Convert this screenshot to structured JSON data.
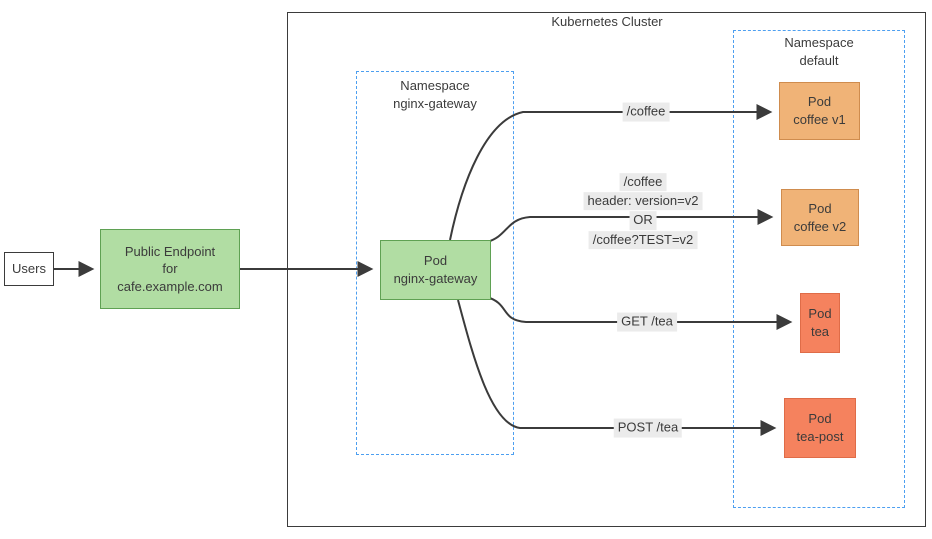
{
  "cluster": {
    "title": "Kubernetes Cluster"
  },
  "users": {
    "label": "Users"
  },
  "public_endpoint": {
    "label": "Public Endpoint\nfor\ncafe.example.com"
  },
  "namespaces": {
    "nginx_gateway": {
      "label": "Namespace\nnginx-gateway"
    },
    "default": {
      "label": "Namespace\ndefault"
    }
  },
  "pods": {
    "nginx_gateway": {
      "label": "Pod\nnginx-gateway"
    },
    "coffee_v1": {
      "label": "Pod\ncoffee v1"
    },
    "coffee_v2": {
      "label": "Pod\ncoffee v2"
    },
    "tea": {
      "label": "Pod\ntea"
    },
    "tea_post": {
      "label": "Pod\ntea-post"
    }
  },
  "routes": {
    "coffee_v1": {
      "label": "/coffee"
    },
    "coffee_v2": {
      "line1": "/coffee",
      "line2": "header: version=v2",
      "line3": "OR",
      "line4": "/coffee?TEST=v2"
    },
    "tea": {
      "label": "GET /tea"
    },
    "tea_post": {
      "label": "POST /tea"
    }
  },
  "colors": {
    "green_fill": "#b1dda3",
    "green_stroke": "#5fa153",
    "orange_fill": "#f0b377",
    "orange_stroke": "#cf8c4e",
    "salmon_fill": "#f5825e",
    "salmon_stroke": "#df6c48",
    "dashed_blue": "#4d9ff0",
    "arrow": "#3b3b3b",
    "label_bg": "#ebebeb",
    "text": "#3b3b3b"
  }
}
